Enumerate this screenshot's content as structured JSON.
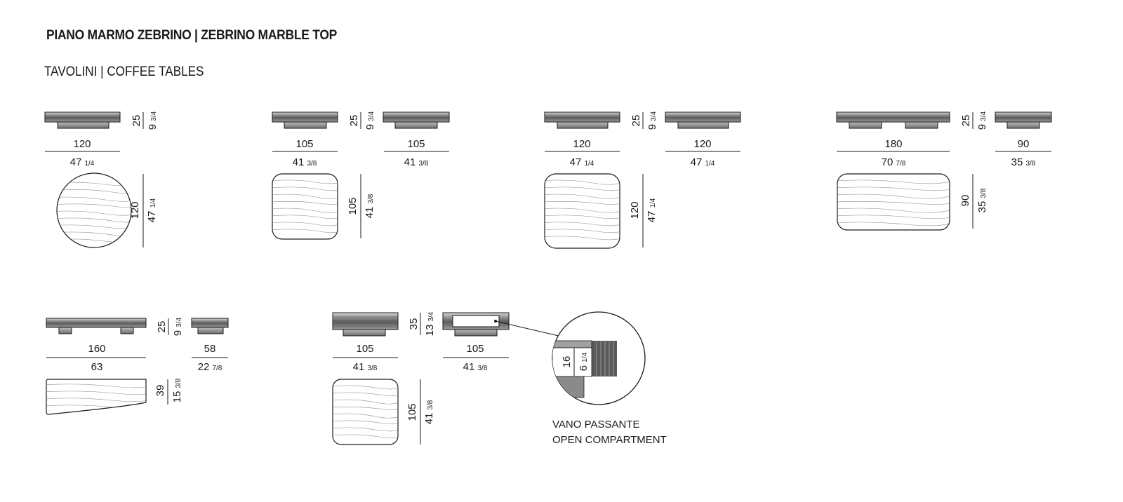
{
  "header": {
    "title": "PIANO MARMO ZEBRINO | ZEBRINO  MARBLE TOP",
    "subtitle": "TAVOLINI | COFFEE TABLES"
  },
  "tables": [
    {
      "shape": "round",
      "width_cm": "120",
      "width_in": "47",
      "width_in_frac": "1/4",
      "height_cm": "25",
      "height_in": "9",
      "height_in_frac": "3/4",
      "depth_cm": "120",
      "depth_in": "47",
      "depth_in_frac": "1/4"
    },
    {
      "shape": "square",
      "width_cm": "105",
      "width_in": "41",
      "width_in_frac": "3/8",
      "height_cm": "25",
      "height_in": "9",
      "height_in_frac": "3/4",
      "side_cm": "105",
      "side_in": "41",
      "side_in_frac": "3/8",
      "depth_cm": "105",
      "depth_in": "41",
      "depth_in_frac": "3/8"
    },
    {
      "shape": "square",
      "width_cm": "120",
      "width_in": "47",
      "width_in_frac": "1/4",
      "height_cm": "25",
      "height_in": "9",
      "height_in_frac": "3/4",
      "side_cm": "120",
      "side_in": "47",
      "side_in_frac": "1/4",
      "depth_cm": "120",
      "depth_in": "47",
      "depth_in_frac": "1/4"
    },
    {
      "shape": "rectangular",
      "width_cm": "180",
      "width_in": "70",
      "width_in_frac": "7/8",
      "height_cm": "25",
      "height_in": "9",
      "height_in_frac": "3/4",
      "side_cm": "90",
      "side_in": "35",
      "side_in_frac": "3/8",
      "depth_cm": "90",
      "depth_in": "35",
      "depth_in_frac": "3/8"
    },
    {
      "shape": "trapezoid",
      "width_cm": "160",
      "width_in": "63",
      "width_in_frac": "",
      "height_cm": "25",
      "height_in": "9",
      "height_in_frac": "3/4",
      "side_cm": "58",
      "side_in": "22",
      "side_in_frac": "7/8",
      "depth_cm": "39",
      "depth_in": "15",
      "depth_in_frac": "3/8"
    },
    {
      "shape": "square-compartment",
      "width_cm": "105",
      "width_in": "41",
      "width_in_frac": "3/8",
      "height_cm": "35",
      "height_in": "13",
      "height_in_frac": "3/4",
      "side_cm": "105",
      "side_in": "41",
      "side_in_frac": "3/8",
      "depth_cm": "105",
      "depth_in": "41",
      "depth_in_frac": "3/8"
    }
  ],
  "detail": {
    "height_cm": "16",
    "height_in": "6",
    "height_in_frac": "1/4",
    "label_it": "VANO PASSANTE",
    "label_en": "OPEN COMPARTMENT"
  },
  "colors": {
    "ink": "#1a1a1a",
    "top": "#7a7a7a",
    "base": "#9a9a9a",
    "vein": "#8c8c8c"
  }
}
